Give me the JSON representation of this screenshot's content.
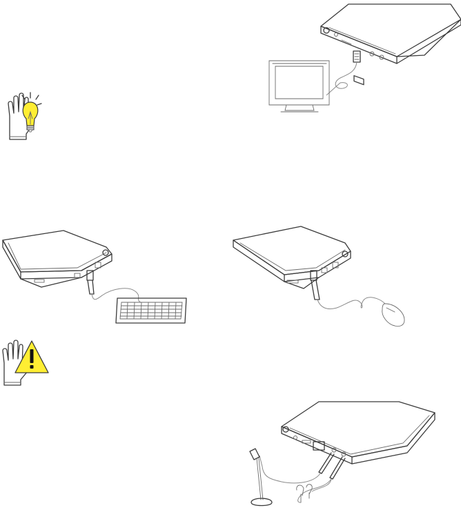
{
  "page": {
    "background": "#ffffff",
    "line_color": "#3a3a3a",
    "accent_yellow": "#ffee33"
  },
  "icons": {
    "tip_icon": "hand-with-lightbulb-icon",
    "warning_icon": "hand-with-warning-triangle-icon"
  },
  "figures": [
    {
      "name": "notebook-connected-to-external-monitor"
    },
    {
      "name": "notebook-connected-to-usb-keyboard"
    },
    {
      "name": "notebook-connected-to-usb-mouse"
    },
    {
      "name": "notebook-connected-to-microphone-and-headphones"
    }
  ]
}
